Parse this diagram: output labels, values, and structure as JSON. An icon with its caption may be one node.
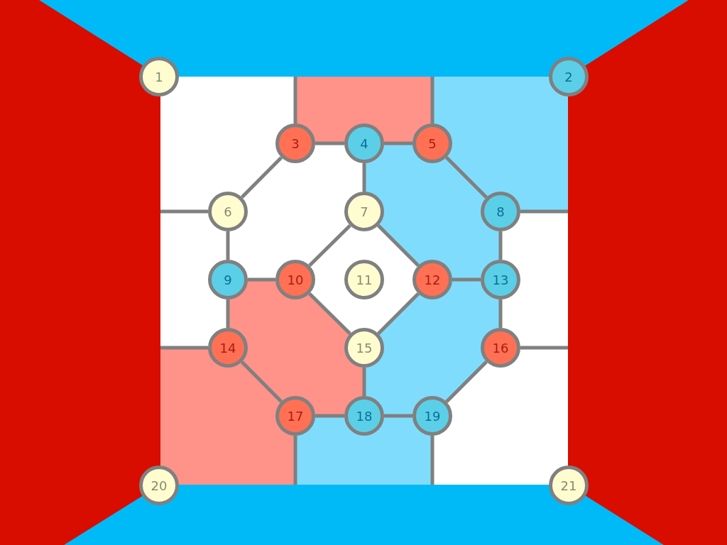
{
  "diagram": {
    "nodes": [
      {
        "text": [
          "1"
        ]
      },
      {
        "text": [
          "2"
        ]
      },
      {
        "text": [
          "3"
        ]
      },
      {
        "text": [
          "4"
        ]
      },
      {
        "text": [
          "5"
        ]
      },
      {
        "text": [
          "6"
        ]
      },
      {
        "text": [
          "7"
        ]
      },
      {
        "text": [
          "8"
        ]
      },
      {
        "text": [
          "9"
        ]
      },
      {
        "text": [
          "10"
        ]
      },
      {
        "text": [
          "11"
        ]
      },
      {
        "text": [
          "12"
        ]
      },
      {
        "text": [
          "13"
        ]
      },
      {
        "text": [
          "14"
        ]
      },
      {
        "text": [
          "15"
        ]
      },
      {
        "text": [
          "16"
        ]
      },
      {
        "text": [
          "17"
        ]
      },
      {
        "text": [
          "18"
        ]
      },
      {
        "text": [
          "19"
        ]
      },
      {
        "text": [
          "20"
        ]
      },
      {
        "text": [
          "21"
        ]
      }
    ],
    "edges": [
      {
        "from": 2,
        "to": 3,
        "arrow": "none"
      },
      {
        "from": 3,
        "to": 4,
        "arrow": "none"
      },
      {
        "from": 2,
        "to": 5,
        "arrow": "none"
      },
      {
        "from": 4,
        "to": 7,
        "arrow": "none"
      },
      {
        "from": 3,
        "to": 6,
        "arrow": "none"
      },
      {
        "from": 5,
        "to": 8,
        "arrow": "none"
      },
      {
        "from": 7,
        "to": 12,
        "arrow": "none"
      },
      {
        "from": 6,
        "to": 9,
        "arrow": "none"
      },
      {
        "from": 6,
        "to": 11,
        "arrow": "none"
      },
      {
        "from": 8,
        "to": 9,
        "arrow": "none"
      },
      {
        "from": 11,
        "to": 12,
        "arrow": "none"
      },
      {
        "from": 9,
        "to": 14,
        "arrow": "none"
      },
      {
        "from": 11,
        "to": 14,
        "arrow": "none"
      },
      {
        "from": 8,
        "to": 13,
        "arrow": "none"
      },
      {
        "from": 12,
        "to": 15,
        "arrow": "none"
      },
      {
        "from": 13,
        "to": 16,
        "arrow": "none"
      },
      {
        "from": 15,
        "to": 18,
        "arrow": "none"
      },
      {
        "from": 14,
        "to": 17,
        "arrow": "none"
      },
      {
        "from": 16,
        "to": 17,
        "arrow": "none"
      },
      {
        "from": 17,
        "to": 18,
        "arrow": "none"
      },
      {
        "from": 2,
        "to": null,
        "arrow": "none"
      },
      {
        "from": 4,
        "to": null,
        "arrow": "none"
      },
      {
        "from": 5,
        "to": null,
        "arrow": "none"
      },
      {
        "from": 7,
        "to": null,
        "arrow": "none"
      },
      {
        "from": 13,
        "to": null,
        "arrow": "none"
      },
      {
        "from": 15,
        "to": null,
        "arrow": "none"
      },
      {
        "from": 16,
        "to": null,
        "arrow": "none"
      },
      {
        "from": 18,
        "to": null,
        "arrow": "none"
      }
    ]
  }
}
